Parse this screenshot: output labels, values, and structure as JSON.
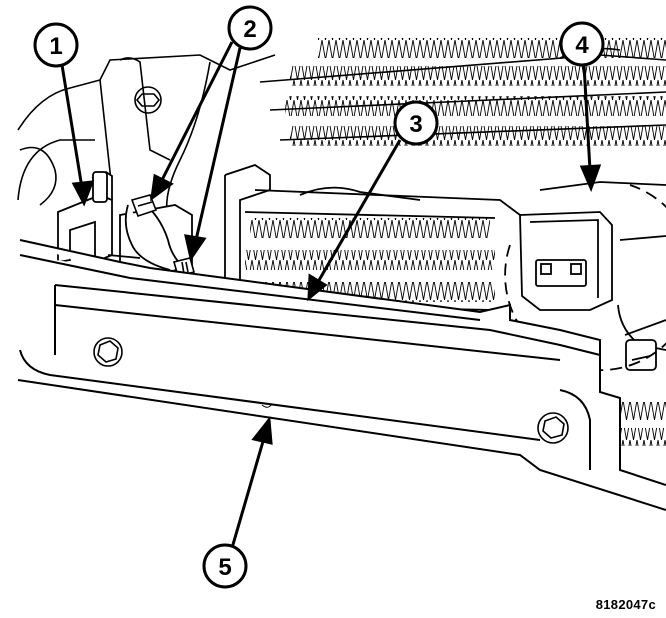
{
  "figure": {
    "figure_id": "8182047c"
  },
  "callouts": [
    {
      "number": "1"
    },
    {
      "number": "2"
    },
    {
      "number": "3"
    },
    {
      "number": "4"
    },
    {
      "number": "5"
    }
  ]
}
